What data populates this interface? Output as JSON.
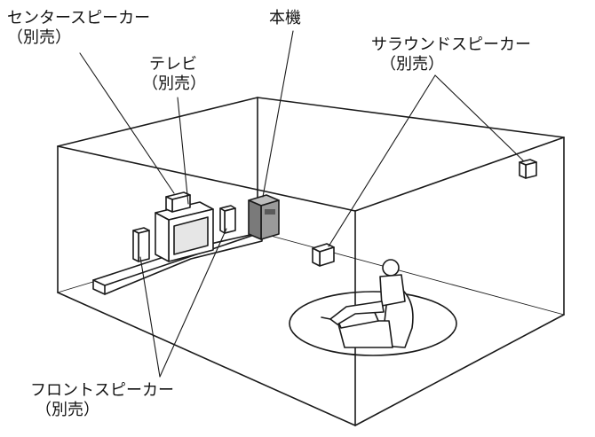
{
  "labels": {
    "center_speaker": {
      "line1": "センタースピーカー",
      "line2": "（別売）"
    },
    "tv": {
      "line1": "テレビ",
      "line2": "（別売）"
    },
    "main_unit": {
      "line1": "本機"
    },
    "surround_speaker": {
      "line1": "サラウンドスピーカー",
      "line2": "（別売）"
    },
    "front_speaker": {
      "line1": "フロントスピーカー",
      "line2": "（別売）"
    }
  },
  "colors": {
    "line": "#1a1a1a",
    "unit_fill": "#9a9a9a",
    "tv_screen": "#e6e6e6",
    "background": "#ffffff"
  }
}
